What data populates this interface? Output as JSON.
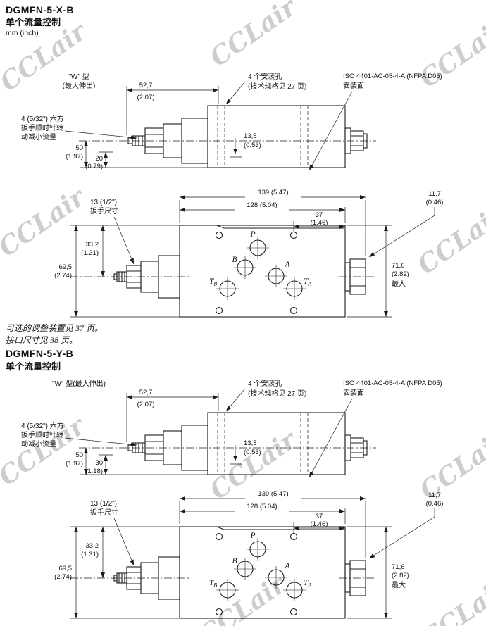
{
  "watermark": {
    "text": "CCLair"
  },
  "page": {
    "units_note": "mm (inch)"
  },
  "notes": {
    "line1": "可选的调整装置见 37 页。",
    "line2": "接口尺寸见 38 页。"
  },
  "section_x": {
    "title": "DGMFN-5-X-B",
    "subtitle": "单个流量控制",
    "side": {
      "w_label_1": "\"W\" 型",
      "w_label_2": "(最大伸出)",
      "dim_527_mm": "52,7",
      "dim_527_in": "(2.07)",
      "holes_label_1": "4 个安装孔",
      "holes_label_2": "(技术规格见 27 页)",
      "iso_label_1": "ISO 4401-AC-05-4-A (NFPA D05)",
      "iso_label_2": "安装面",
      "hex_label_1": "4 (5/32\") 六方",
      "hex_label_2": "扳手顺时针转",
      "hex_label_3": "动减小流量",
      "dim_50_mm": "50",
      "dim_50_in": "(1.97)",
      "dim_b_mm": "20",
      "dim_b_in": "(0.79)",
      "dim_135_mm": "13,5",
      "dim_135_in": "(0.53)"
    },
    "bottom": {
      "wrench_label_1": "13 (1/2\")",
      "wrench_label_2": "扳手尺寸",
      "dim_139": "139 (5.47)",
      "dim_128": "128 (5.04)",
      "dim_37_mm": "37",
      "dim_37_in": "(1.46)",
      "dim_117_mm": "11,7",
      "dim_117_in": "(0.46)",
      "dim_332_mm": "33,2",
      "dim_332_in": "(1.31)",
      "dim_695_mm": "69,5",
      "dim_695_in": "(2.74)",
      "dim_716_mm": "71,6",
      "dim_716_in": "(2.82)",
      "dim_716_note": "最大",
      "port_p": "P",
      "port_b": "B",
      "port_a": "A",
      "port_t": "T",
      "port_tb_sub": "B",
      "port_ta_sub": "A"
    }
  },
  "section_y": {
    "title": "DGMFN-5-Y-B",
    "subtitle": "单个流量控制",
    "side": {
      "w_label_1": "\"W\" 型(最大伸出)",
      "w_label_2": "",
      "dim_527_mm": "52,7",
      "dim_527_in": "(2.07)",
      "holes_label_1": "4 个安装孔",
      "holes_label_2": "(技术规格见 27 页)",
      "iso_label_1": "ISO 4401-AC-05-4-A (NFPA D05)",
      "iso_label_2": "安装面",
      "hex_label_1": "4 (5/32\") 六方",
      "hex_label_2": "扳手顺时针转",
      "hex_label_3": "动减小流量",
      "dim_50_mm": "50",
      "dim_50_in": "(1.97)",
      "dim_b_mm": "30",
      "dim_b_in": "(1.18)",
      "dim_135_mm": "13,5",
      "dim_135_in": "(0.53)"
    },
    "bottom": {
      "wrench_label_1": "13 (1/2\")",
      "wrench_label_2": "扳手尺寸",
      "dim_139": "139 (5.47)",
      "dim_128": "128 (5.04)",
      "dim_37_mm": "37",
      "dim_37_in": "(1.46)",
      "dim_117_mm": "11,7",
      "dim_117_in": "(0.46)",
      "dim_332_mm": "33,2",
      "dim_332_in": "(1.31)",
      "dim_695_mm": "69,5",
      "dim_695_in": "(2.74)",
      "dim_716_mm": "71,6",
      "dim_716_in": "(2.82)",
      "dim_716_note": "最大",
      "port_p": "P",
      "port_b": "B",
      "port_a": "A",
      "port_t": "T",
      "port_tb_sub": "B",
      "port_ta_sub": "A"
    }
  }
}
